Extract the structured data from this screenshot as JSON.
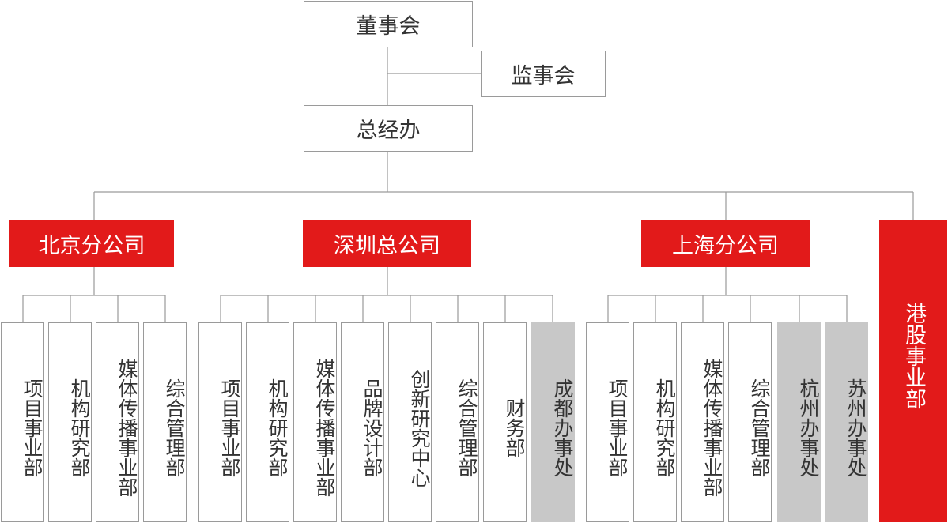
{
  "board": "董事会",
  "supervisory_board": "监事会",
  "general_office": "总经办",
  "beijing": {
    "name": "北京分公司",
    "departments": [
      "项目事业部",
      "机构研究部",
      "媒体传播事业部",
      "综合管理部"
    ]
  },
  "shenzhen": {
    "name": "深圳总公司",
    "departments": [
      "项目事业部",
      "机构研究部",
      "媒体传播事业部",
      "品牌设计部",
      "创新研究中心",
      "综合管理部",
      "财务部"
    ],
    "offices": [
      "成都办事处"
    ]
  },
  "shanghai": {
    "name": "上海分公司",
    "departments": [
      "项目事业部",
      "机构研究部",
      "媒体传播事业部",
      "综合管理部"
    ],
    "offices": [
      "杭州办事处",
      "苏州办事处"
    ]
  },
  "hk_division": "港股事业部",
  "colors": {
    "accent_red": "#e21a1a",
    "office_gray": "#c8c8c8",
    "line": "#9a9a9a"
  }
}
